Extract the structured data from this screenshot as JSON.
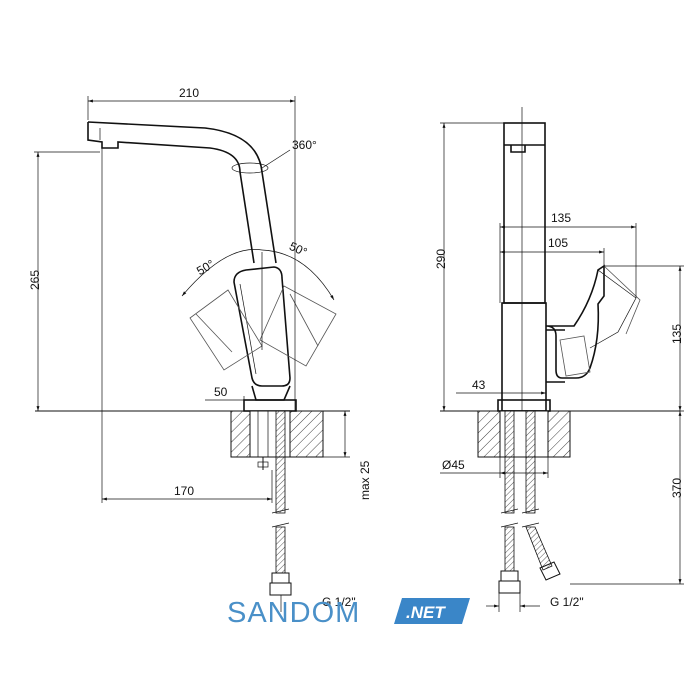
{
  "colors": {
    "line": "#111111",
    "logo_text": "#4a90c8",
    "logo_badge": "#3a86c8"
  },
  "left_view": {
    "dim_width": "210",
    "dim_rotation": "360°",
    "dim_angle_left": "50°",
    "dim_angle_right": "50°",
    "dim_height": "265",
    "dim_base": "50",
    "dim_reach": "170",
    "dim_max": "max 25",
    "thread": "G 1/2\""
  },
  "right_view": {
    "dim_height": "290",
    "dim_135_top": "135",
    "dim_105": "105",
    "dim_135_side": "135",
    "dim_43": "43",
    "dim_diameter": "Ø45",
    "dim_370": "370",
    "thread": "G 1/2\""
  },
  "logo": {
    "name": "SANDOM",
    "suffix": ".NET"
  }
}
